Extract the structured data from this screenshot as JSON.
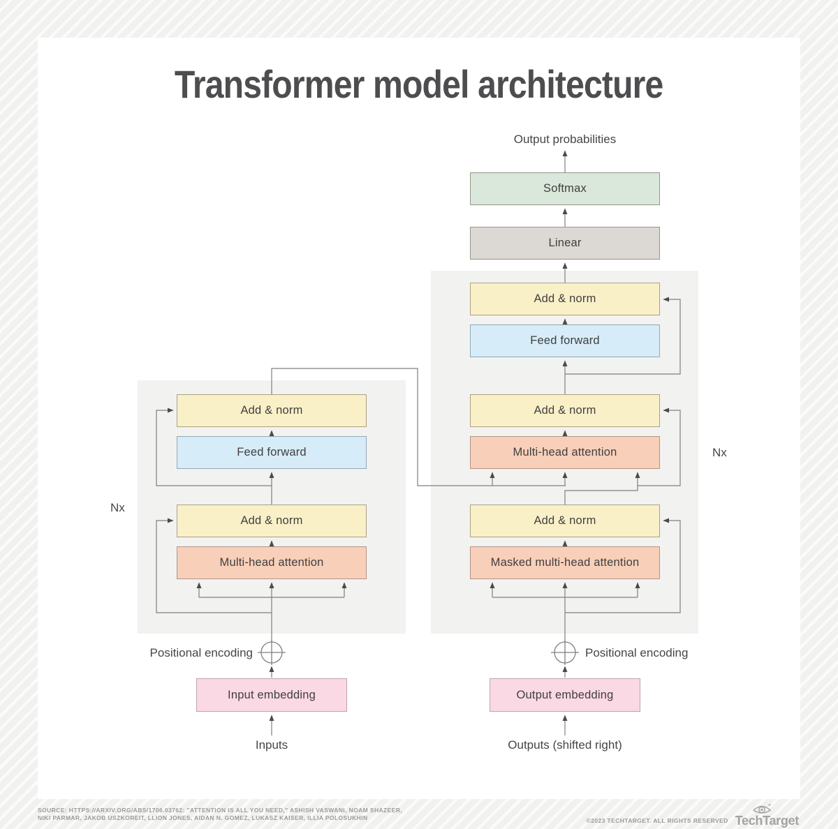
{
  "title": "Transformer model architecture",
  "colors": {
    "card_bg": "#ffffff",
    "stripe_bg": "#f1f1f0",
    "panel_bg": "#f2f2f1",
    "box_yellow": "#faf0c8",
    "box_blue": "#d6ecf8",
    "box_salmon": "#f8cfb9",
    "box_pink": "#fad8e4",
    "box_green": "#d9e8da",
    "box_gray": "#dcd8d3",
    "wire": "#7f7f7f",
    "text": "#3f3f3f",
    "title_text": "#4d4d4f",
    "footer_text": "#9b9b9b"
  },
  "diagram": {
    "top_label": "Output probabilities",
    "boxes": {
      "softmax": "Softmax",
      "linear": "Linear",
      "add_norm": "Add & norm",
      "feed_forward": "Feed forward",
      "multi_head_attention": "Multi-head attention",
      "masked_multi_head_attention": "Masked multi-head attention",
      "input_embedding": "Input embedding",
      "output_embedding": "Output embedding"
    },
    "labels": {
      "positional_encoding_left": "Positional encoding",
      "positional_encoding_right": "Positional encoding",
      "nx_left": "Nx",
      "nx_right": "Nx",
      "inputs": "Inputs",
      "outputs": "Outputs (shifted right)"
    }
  },
  "footer": {
    "source_line1": "SOURCE: HTTPS://ARXIV.ORG/ABS/1706.03762: \"ATTENTION IS ALL YOU NEED,\" ASHISH VASWANI, NOAM SHAZEER,",
    "source_line2": "NIKI PARMAR, JAKOB USZKOREIT, LLION JONES, AIDAN N. GOMEZ, LUKASZ KAISER, ILLIA POLOSUKHIN",
    "copyright": "©2023 TECHTARGET. ALL RIGHTS RESERVED",
    "brand": "TechTarget"
  }
}
